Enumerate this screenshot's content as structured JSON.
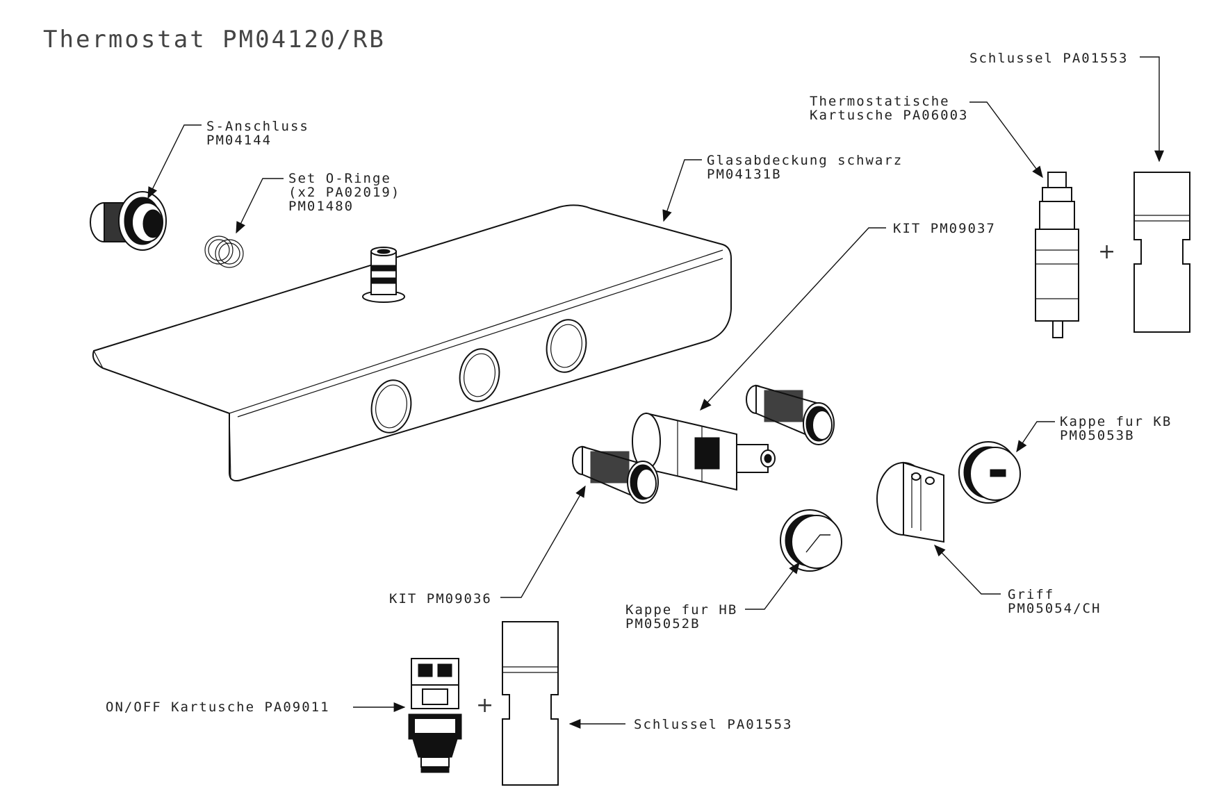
{
  "title": "Thermostat PM04120/RB",
  "plus_sign": "+",
  "parts": {
    "s_anschluss": [
      "S-Anschluss",
      "PM04144"
    ],
    "o_ringe": [
      "Set O-Ringe",
      "(x2 PA02019)",
      "PM01480"
    ],
    "glasabdeckung": [
      "Glasabdeckung schwarz",
      "PM04131B"
    ],
    "kit_37": [
      "KIT PM09037"
    ],
    "kit_36": [
      "KIT PM09036"
    ],
    "thermo_kartusche": [
      "Thermostatische",
      "Kartusche PA06003"
    ],
    "schlussel_top": [
      "Schlussel PA01553"
    ],
    "kappe_kb": [
      "Kappe fur KB",
      "PM05053B"
    ],
    "kappe_hb": [
      "Kappe fur HB",
      "PM05052B"
    ],
    "griff": [
      "Griff",
      "PM05054/CH"
    ],
    "onoff": [
      "ON/OFF Kartusche PA09011"
    ],
    "schlussel_bottom": [
      "Schlussel PA01553"
    ]
  }
}
